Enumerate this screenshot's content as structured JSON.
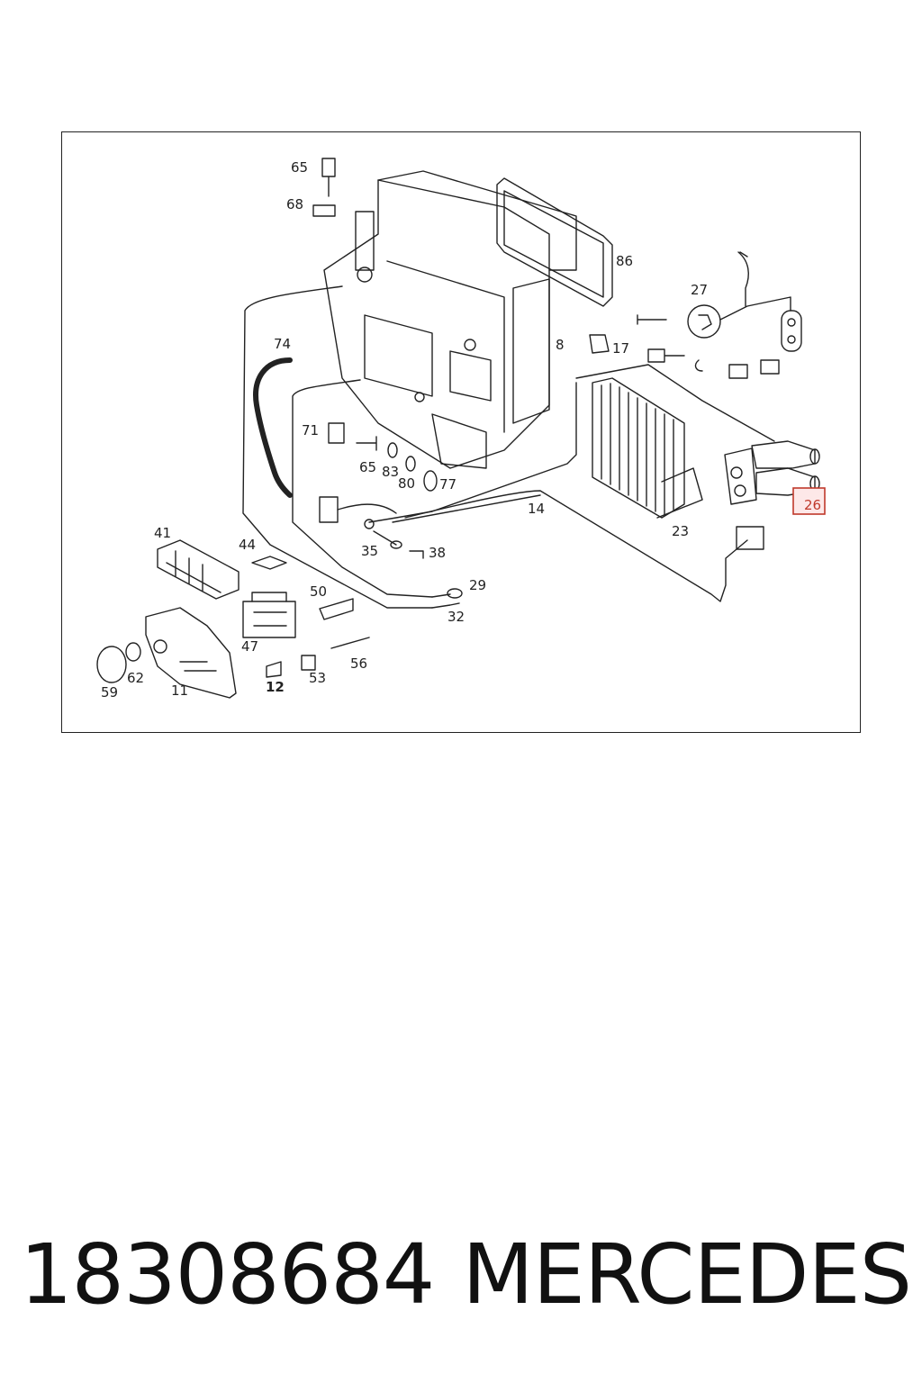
{
  "diagram": {
    "labels": [
      "65",
      "68",
      "86",
      "27",
      "74",
      "8",
      "17",
      "71",
      "65",
      "83",
      "80",
      "77",
      "14",
      "26",
      "23",
      "41",
      "44",
      "35",
      "38",
      "29",
      "50",
      "32",
      "47",
      "56",
      "59",
      "62",
      "11",
      "12",
      "53"
    ],
    "highlight_label": "26"
  },
  "caption": {
    "part_number": "18308684",
    "brand": "MERCEDES"
  },
  "colors": {
    "line": "#222222",
    "highlight": "#c0392b"
  }
}
